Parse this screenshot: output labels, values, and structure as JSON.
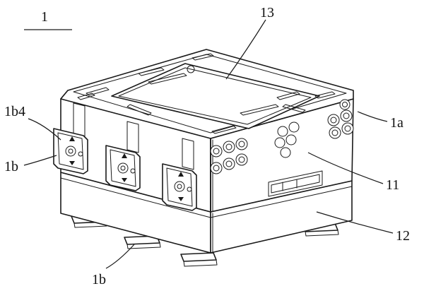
{
  "figure": {
    "ref_main": "1",
    "labels": {
      "top_cover": "13",
      "corner_buttons": "1a",
      "latch_detail": "1b4",
      "latch_left": "1b",
      "latch_bottom": "1b",
      "upper_housing": "11",
      "lower_housing": "12"
    }
  }
}
